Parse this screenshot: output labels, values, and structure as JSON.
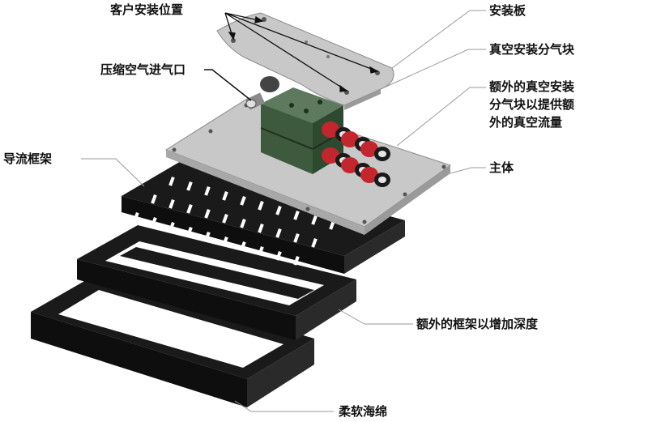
{
  "labels": {
    "customer_mount_position": "客户安装位置",
    "mount_plate": "安装板",
    "vacuum_manifold": "真空安装分气块",
    "compressed_air_inlet": "压缩空气进气口",
    "extra_vacuum_manifold": "额外的真空安装\n分气块以提供额\n外的真空流量",
    "flow_guide_frame": "导流框架",
    "main_body": "主体",
    "extra_frame_depth": "额外的框架以增加深度",
    "soft_sponge": "柔软海绵"
  },
  "colors": {
    "plate": "#c8c8c8",
    "plate_edge": "#8a8a8a",
    "manifold": "#3e5a3e",
    "fitting": "#c4262e",
    "frame": "#1a1a1a",
    "leader": "#9a9a9a"
  }
}
